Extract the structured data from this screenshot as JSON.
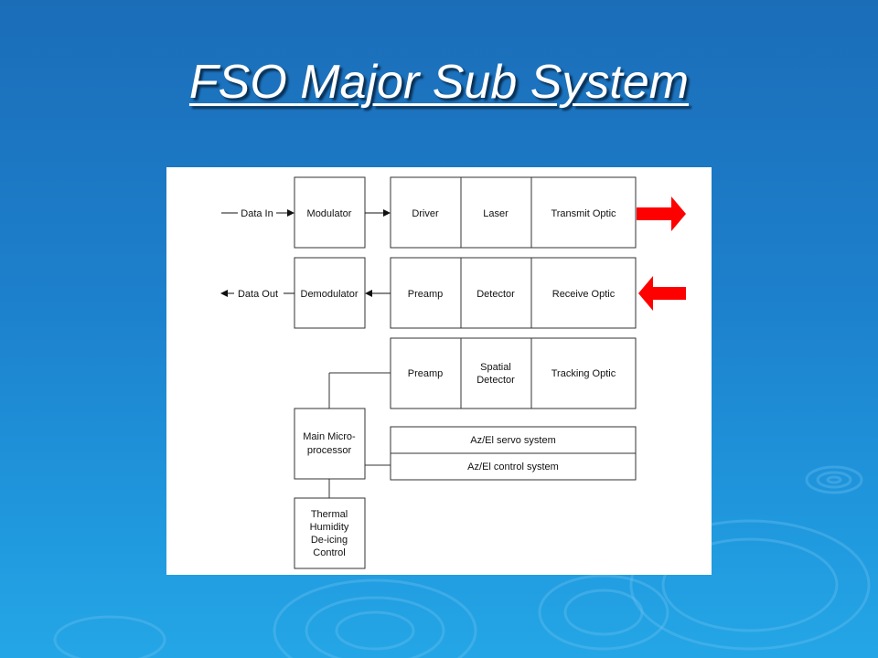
{
  "slide": {
    "title": "FSO Major Sub System"
  },
  "diagram": {
    "inputs": {
      "data_in": "Data In",
      "data_out": "Data Out"
    },
    "tx_row": {
      "modulator": "Modulator",
      "driver": "Driver",
      "laser": "Laser",
      "optic": "Transmit Optic"
    },
    "rx_row": {
      "demodulator": "Demodulator",
      "preamp": "Preamp",
      "detector": "Detector",
      "optic": "Receive Optic"
    },
    "track_row": {
      "preamp": "Preamp",
      "detector_line1": "Spatial",
      "detector_line2": "Detector",
      "optic": "Tracking Optic"
    },
    "processor": {
      "line1": "Main Micro-",
      "line2": "processor"
    },
    "servo": {
      "servo_system": "Az/El servo system",
      "control_system": "Az/El control system"
    },
    "thermal": {
      "line1": "Thermal",
      "line2": "Humidity",
      "line3": "De-icing",
      "line4": "Control"
    }
  },
  "colors": {
    "arrow": "#ff0000",
    "background": "#1d80cc",
    "box_stroke": "#333333"
  }
}
